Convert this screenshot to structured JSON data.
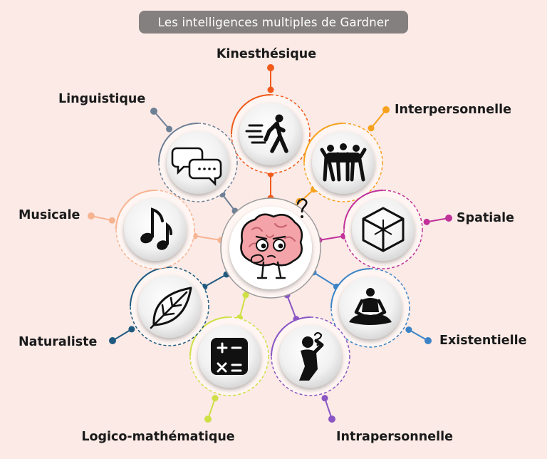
{
  "title": "Les intelligences multiples de Gardner",
  "intelligences": [
    {
      "id": "kinesthesique",
      "label": "Kinesthésique",
      "color": "#f05a1a",
      "icon": "running-person-icon"
    },
    {
      "id": "interpersonnelle",
      "label": "Interpersonnelle",
      "color": "#f6a21e",
      "icon": "group-people-icon"
    },
    {
      "id": "spatiale",
      "label": "Spatiale",
      "color": "#c0319a",
      "icon": "cube-icon"
    },
    {
      "id": "existentielle",
      "label": "Existentielle",
      "color": "#3b83c6",
      "icon": "meditation-icon"
    },
    {
      "id": "intrapersonnelle",
      "label": "Intrapersonnelle",
      "color": "#8a55c4",
      "icon": "thinking-person-icon"
    },
    {
      "id": "logico",
      "label": "Logico-mathématique",
      "color": "#cfe045",
      "icon": "calculator-icon"
    },
    {
      "id": "naturaliste",
      "label": "Naturaliste",
      "color": "#1f5a80",
      "icon": "leaf-icon"
    },
    {
      "id": "musicale",
      "label": "Musicale",
      "color": "#f7b491",
      "icon": "music-note-icon"
    },
    {
      "id": "linguistique",
      "label": "Linguistique",
      "color": "#6e8096",
      "icon": "speech-bubbles-icon"
    }
  ],
  "center": {
    "icon": "brain-icon"
  }
}
